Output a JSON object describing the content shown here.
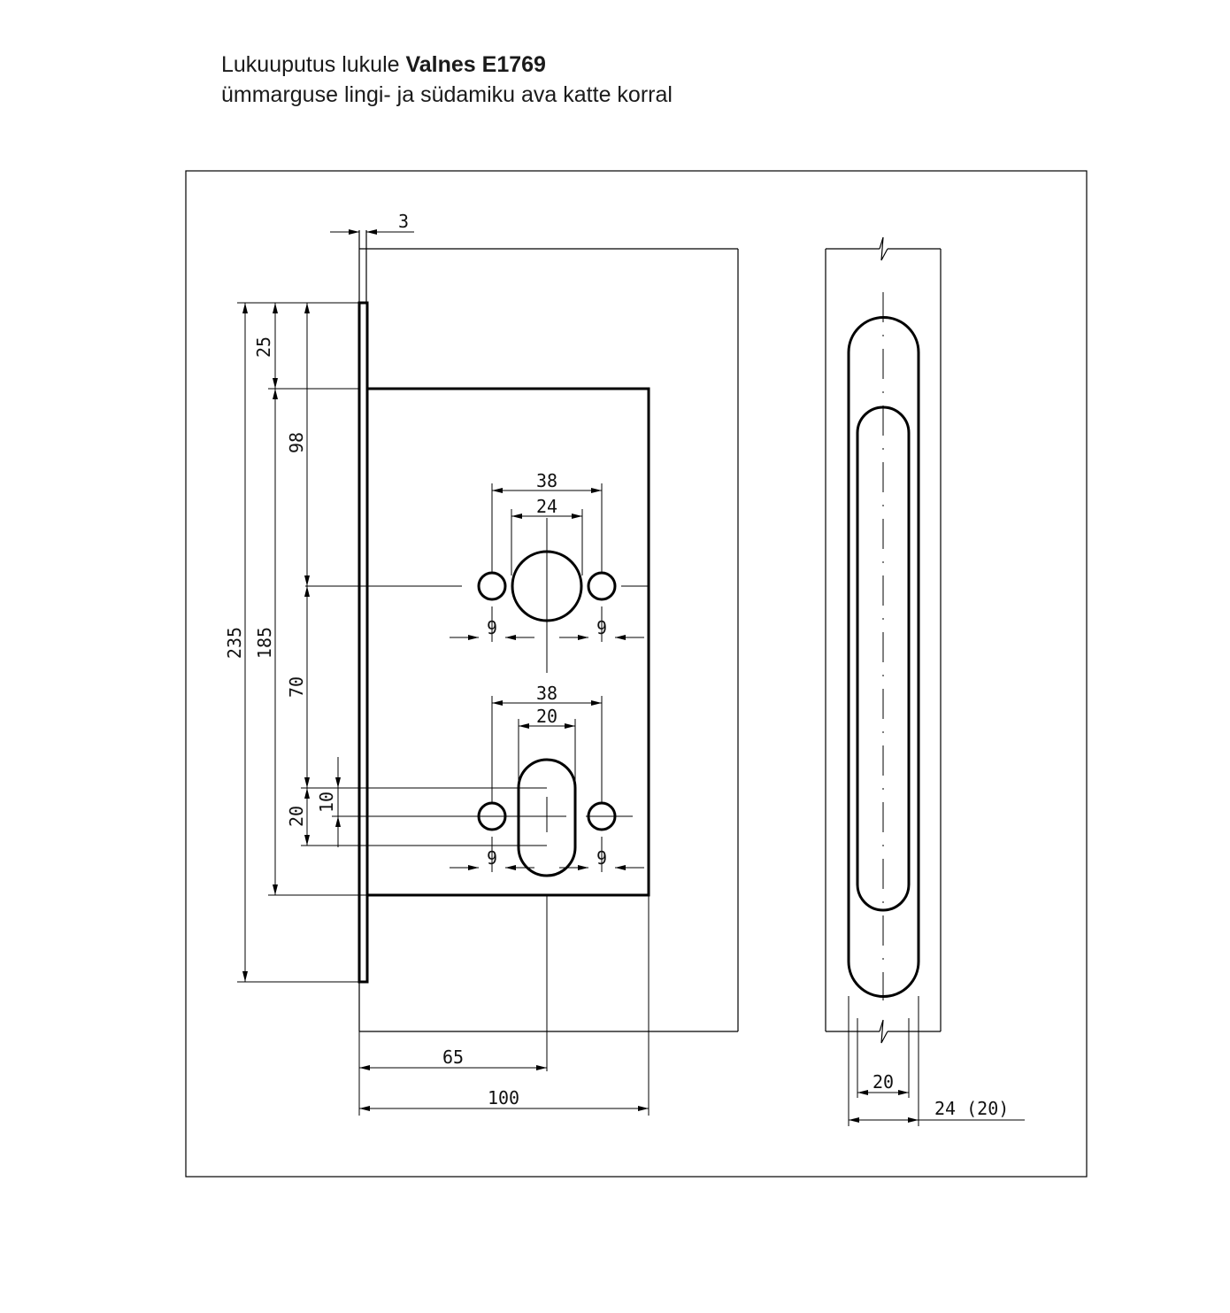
{
  "title": {
    "prefix": "Lukuuputus lukule ",
    "product": "Valnes E1769",
    "subtitle": "ümmarguse lingi- ja südamiku ava katte korral"
  },
  "dimensions": {
    "faceplate_thickness": "3",
    "top_to_case": "25",
    "case_to_handle": "98",
    "faceplate_height": "235",
    "case_height": "185",
    "handle_to_cylinder": "70",
    "cylinder_offset": "10",
    "cylinder_slot_height": "20",
    "handle_holes_spacing": "38",
    "handle_hole_diameter": "24",
    "cylinder_holes_spacing": "38",
    "cylinder_slot_width": "20",
    "screw_hole": "9",
    "backset": "65",
    "case_depth": "100",
    "rosette_inner_width": "20",
    "rosette_outer_width": "24 (20)"
  }
}
